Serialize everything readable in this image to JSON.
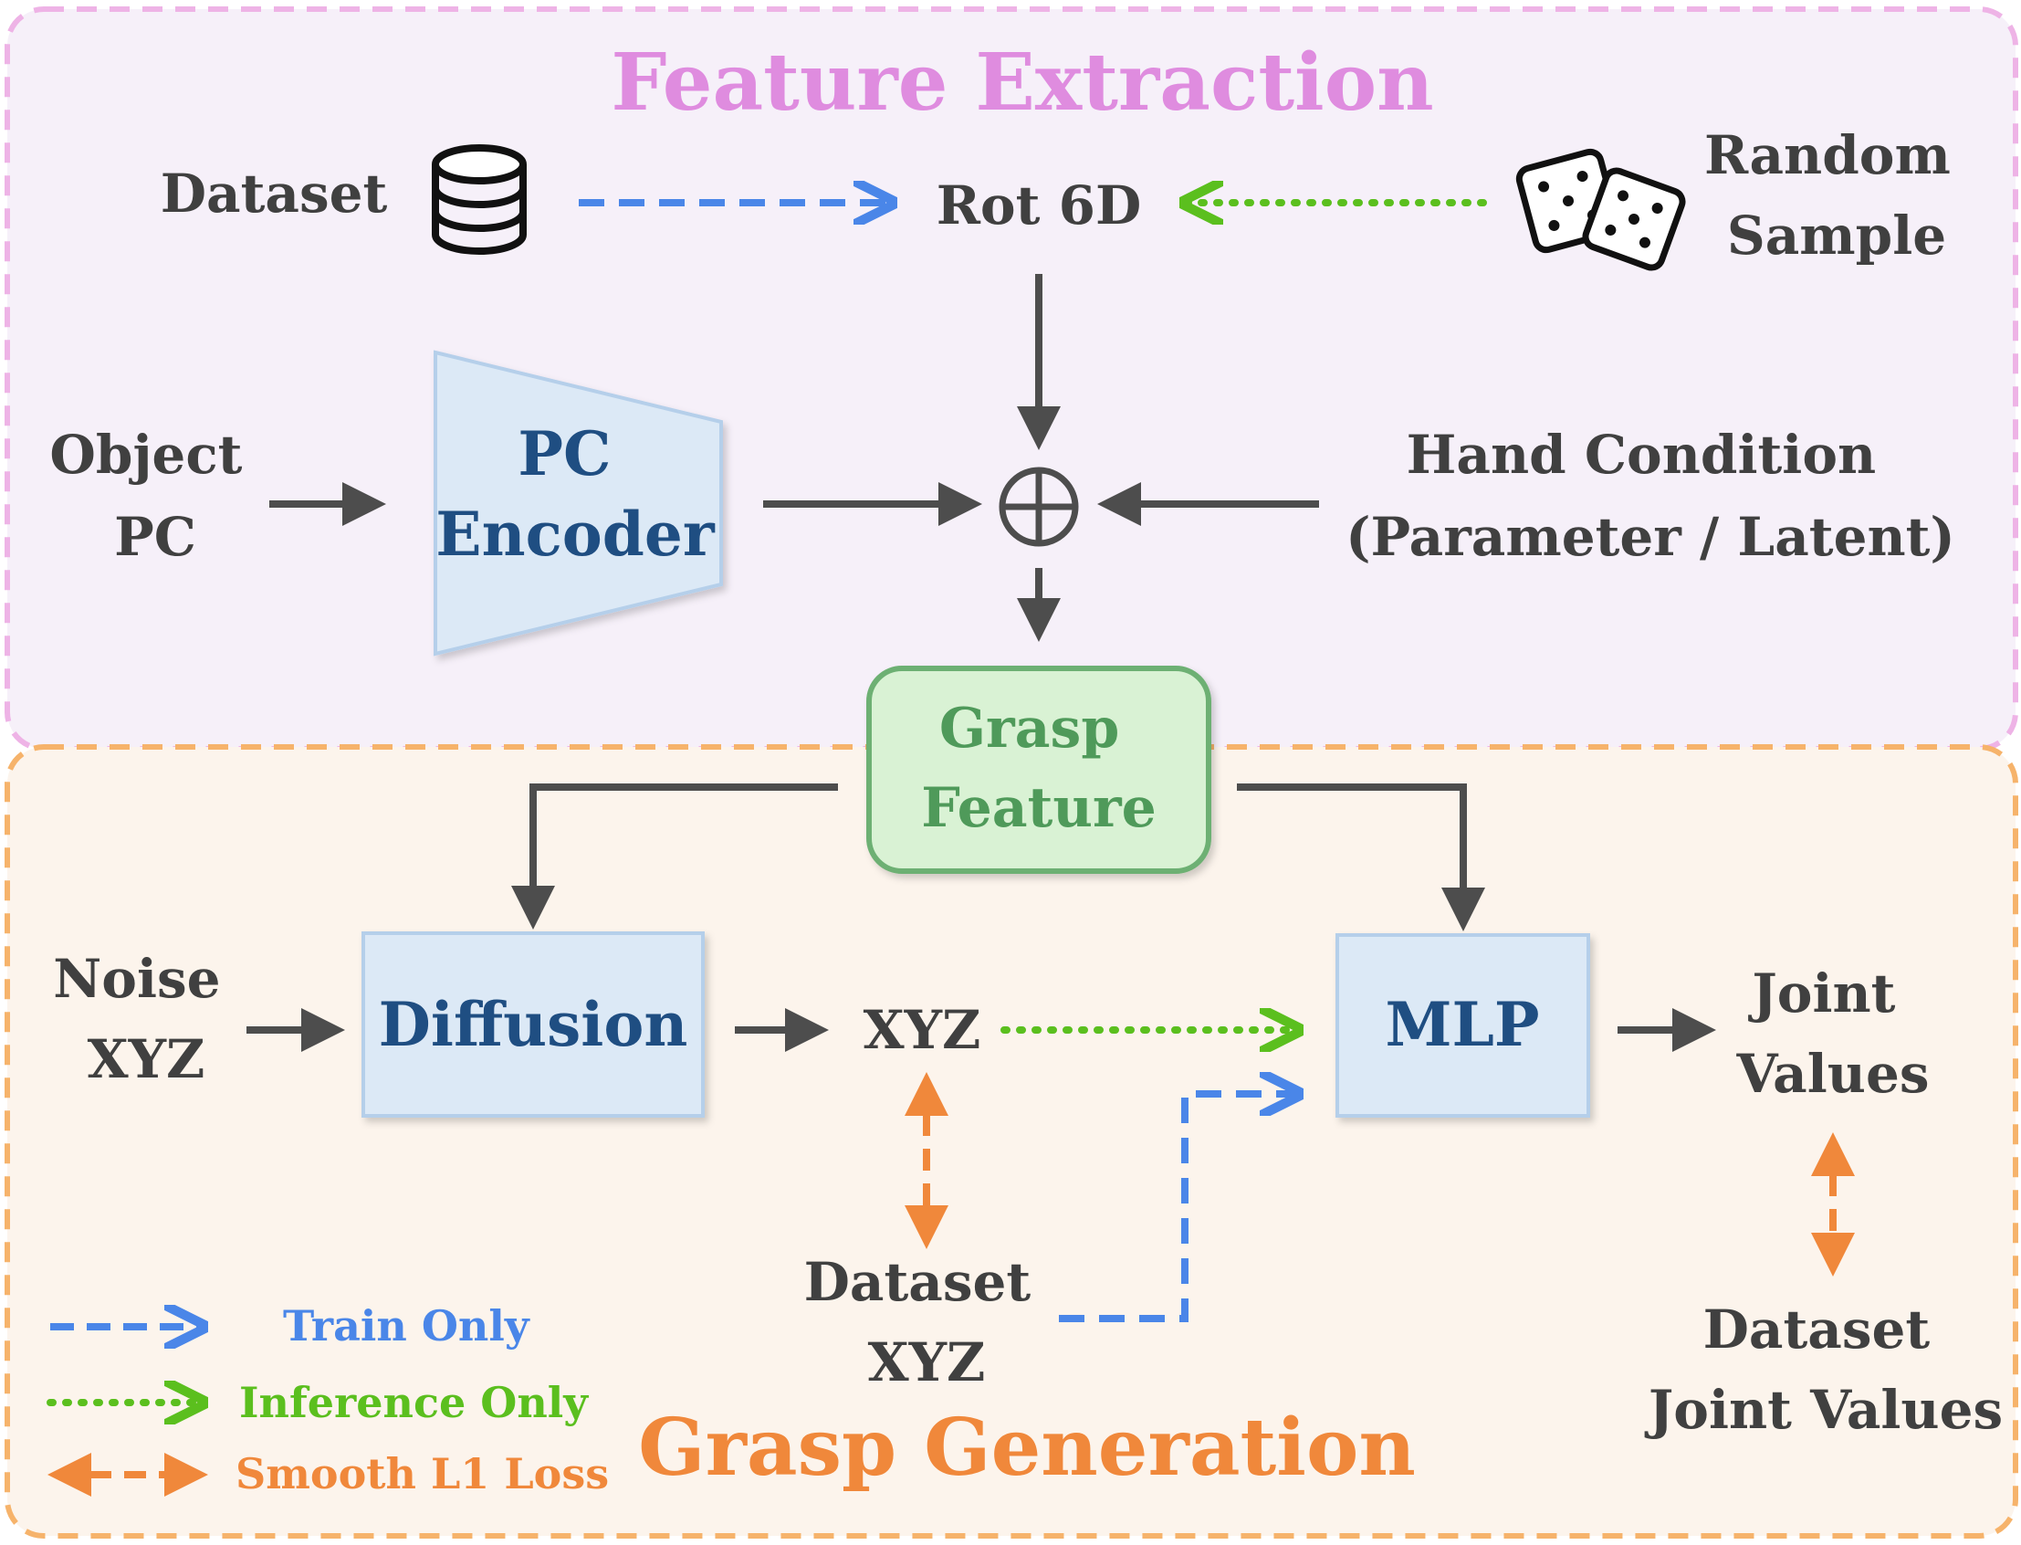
{
  "sections": {
    "feature_extraction": "Feature Extraction",
    "grasp_generation": "Grasp Generation"
  },
  "nodes": {
    "dataset_top": "Dataset",
    "rot6d": "Rot 6D",
    "random_sample": [
      "Random",
      "Sample"
    ],
    "object_pc": [
      "Object",
      "PC"
    ],
    "pc_encoder": [
      "PC",
      "Encoder"
    ],
    "hand_condition": [
      "Hand Condition",
      "(Parameter / Latent)"
    ],
    "grasp_feature": [
      "Grasp",
      "Feature"
    ],
    "noise_xyz": [
      "Noise",
      "XYZ"
    ],
    "diffusion": "Diffusion",
    "xyz": "XYZ",
    "mlp": "MLP",
    "joint_values": [
      "Joint",
      "Values"
    ],
    "dataset_xyz": [
      "Dataset",
      "XYZ"
    ],
    "dataset_joint_values": [
      "Dataset",
      "Joint Values"
    ]
  },
  "legend": {
    "train_only": "Train Only",
    "inference_only": "Inference Only",
    "smooth_l1_loss": "Smooth L1 Loss"
  },
  "icons": {
    "dataset": "database-icon",
    "random": "dice-icon",
    "combine": "circle-plus-icon"
  },
  "colors": {
    "train": "#4a86e8",
    "inference": "#5bbf1e",
    "loss": "#f0883b",
    "arrow": "#4d4d4d",
    "fe_border": "#eeb3e6",
    "gg_border": "#f6b36b",
    "box_blue": "#dce9f6",
    "box_green": "#d9f2d4"
  }
}
